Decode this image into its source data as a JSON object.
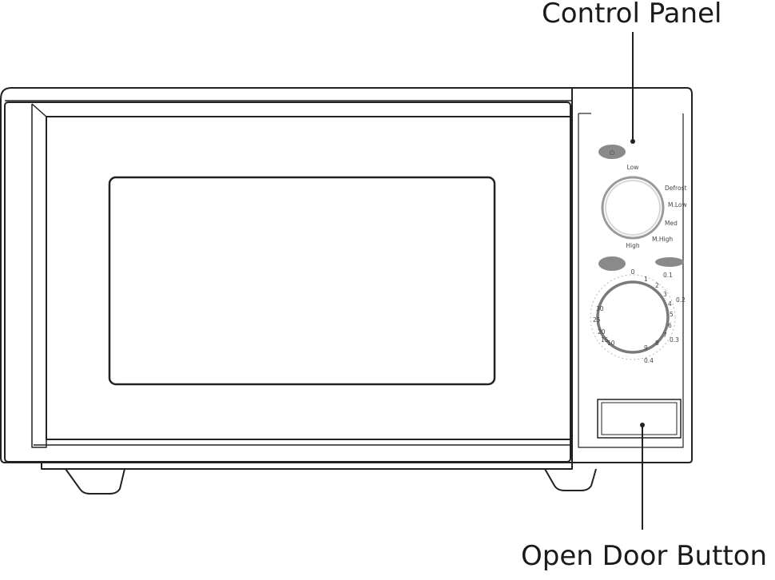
{
  "callouts": {
    "control_panel": "Control Panel",
    "open_door_button": "Open Door Button"
  },
  "power_dial": {
    "labels": [
      "Low",
      "Defrost",
      "M.Low",
      "Med",
      "M.High",
      "High"
    ]
  },
  "timer_dial": {
    "left_numbers": [
      "30",
      "25",
      "20",
      "15",
      "10"
    ],
    "right_numbers": [
      "0",
      "1",
      "2",
      "3",
      "4",
      "5",
      "6",
      "7",
      "8",
      "9"
    ],
    "outer_right": [
      "0.1",
      "0.2",
      "0.3",
      "0.4"
    ]
  },
  "colors": {
    "line": "#222222",
    "faint": "#9a9a9a"
  }
}
